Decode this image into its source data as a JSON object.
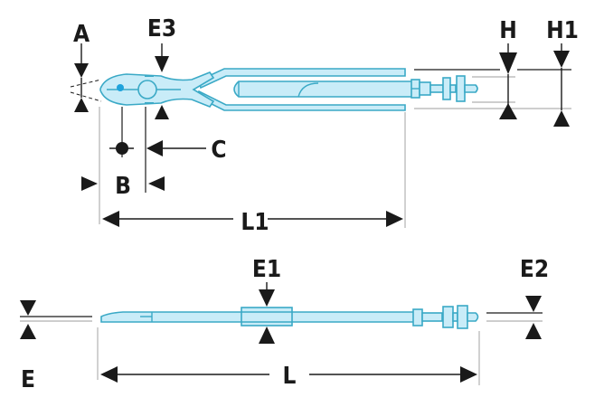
{
  "diagram": {
    "subject": "pliers dimension drawing",
    "colors": {
      "part_fill": "#c9ecf8",
      "part_stroke": "#3aa9c6",
      "pivot_dot": "#1ea3dc",
      "dimension": "#1a1a1a",
      "extension": "#bdbdbd"
    },
    "top_view": {
      "labels": {
        "A": "A",
        "E3": "E3",
        "H": "H",
        "H1": "H1",
        "C": "C",
        "B": "B",
        "L1": "L1"
      }
    },
    "side_view": {
      "labels": {
        "E": "E",
        "E1": "E1",
        "E2": "E2",
        "L": "L"
      }
    }
  }
}
